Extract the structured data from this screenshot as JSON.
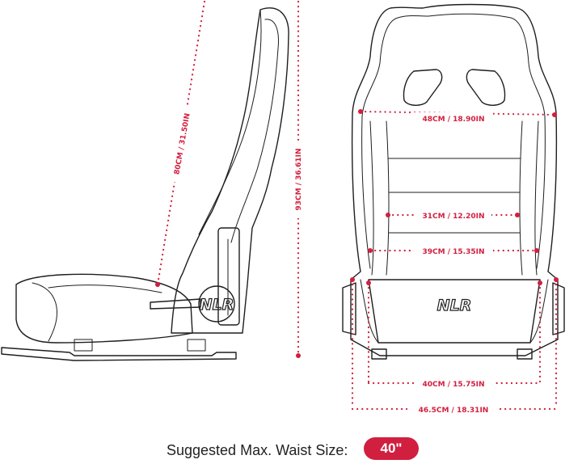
{
  "brand_logo": "NLR",
  "accent_color": "#d11f3f",
  "side_view": {
    "dimensions": [
      {
        "id": "seatback-length",
        "label": "80CM / 31.50IN"
      },
      {
        "id": "total-height",
        "label": "93CM / 36.61IN"
      }
    ]
  },
  "front_view": {
    "dimensions": [
      {
        "id": "shoulder-width",
        "label": "48CM / 18.90IN"
      },
      {
        "id": "back-width",
        "label": "31CM / 12.20IN"
      },
      {
        "id": "hip-width",
        "label": "39CM / 15.35IN"
      },
      {
        "id": "seat-base-width",
        "label": "40CM / 15.75IN"
      },
      {
        "id": "overall-width",
        "label": "46.5CM / 18.31IN"
      }
    ]
  },
  "waist": {
    "label": "Suggested Max. Waist Size:",
    "value": "40\""
  }
}
